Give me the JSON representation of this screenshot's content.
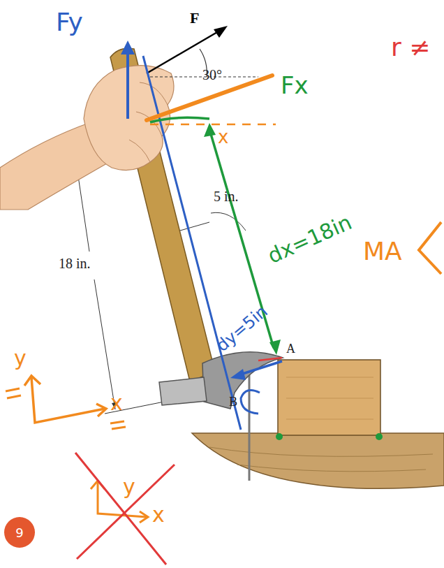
{
  "diagram": {
    "nodes": [
      {
        "text": [
          "9"
        ]
      }
    ],
    "labels": [
      "F",
      "30°",
      "5 in.",
      "18 in.",
      "A",
      "B",
      "Fy",
      "Fx",
      "x",
      "dx=18in",
      "dy=5in",
      "MA",
      "r ≠",
      "y",
      "x",
      "y",
      "x"
    ]
  }
}
